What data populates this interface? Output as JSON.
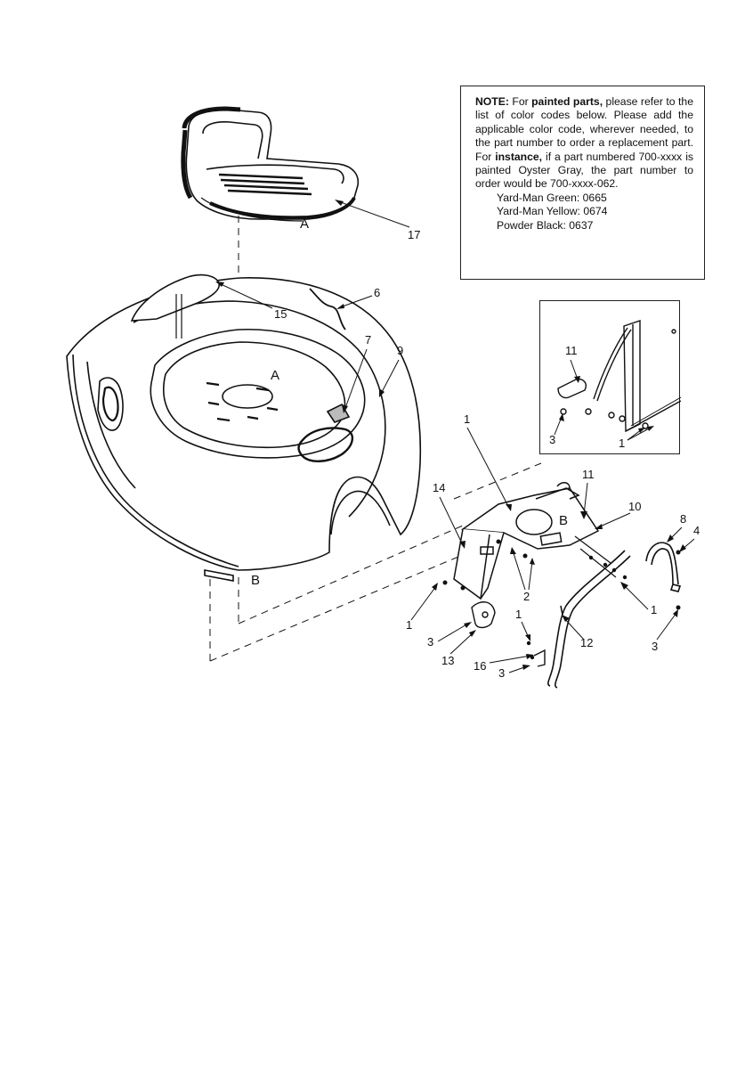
{
  "note": {
    "prefix": "NOTE:",
    "t1": " For ",
    "bold1": "painted parts,",
    "t2": " please refer to the list of color codes below. Please add the applicable color code, wherever needed, to the part number to order a replacement part. For ",
    "bold2": "instance,",
    "t3": " if a part numbered 700-xxxx is painted Oyster Gray, the part number to order would be 700-xxxx-062.",
    "color_codes": [
      "Yard-Man Green: 0665",
      "Yard-Man Yellow: 0674",
      "Powder Black: 0637"
    ]
  },
  "refs": {
    "seat_a": "A",
    "fender_a": "A",
    "fender_b": "B",
    "bracket_b": "B"
  },
  "callouts": {
    "c17": "17",
    "c6": "6",
    "c15": "15",
    "c7": "7",
    "c9": "9",
    "c1_top": "1",
    "c11": "11",
    "c14": "14",
    "c10": "10",
    "c8": "8",
    "c4": "4",
    "c2": "2",
    "c1_right": "1",
    "c1_left": "1",
    "c3_left": "3",
    "c13": "13",
    "c1_mid": "1",
    "c12": "12",
    "c3_right": "3",
    "c16": "16",
    "c3_bottom": "3"
  },
  "inset": {
    "c11": "11",
    "c3": "3",
    "c1": "1"
  }
}
